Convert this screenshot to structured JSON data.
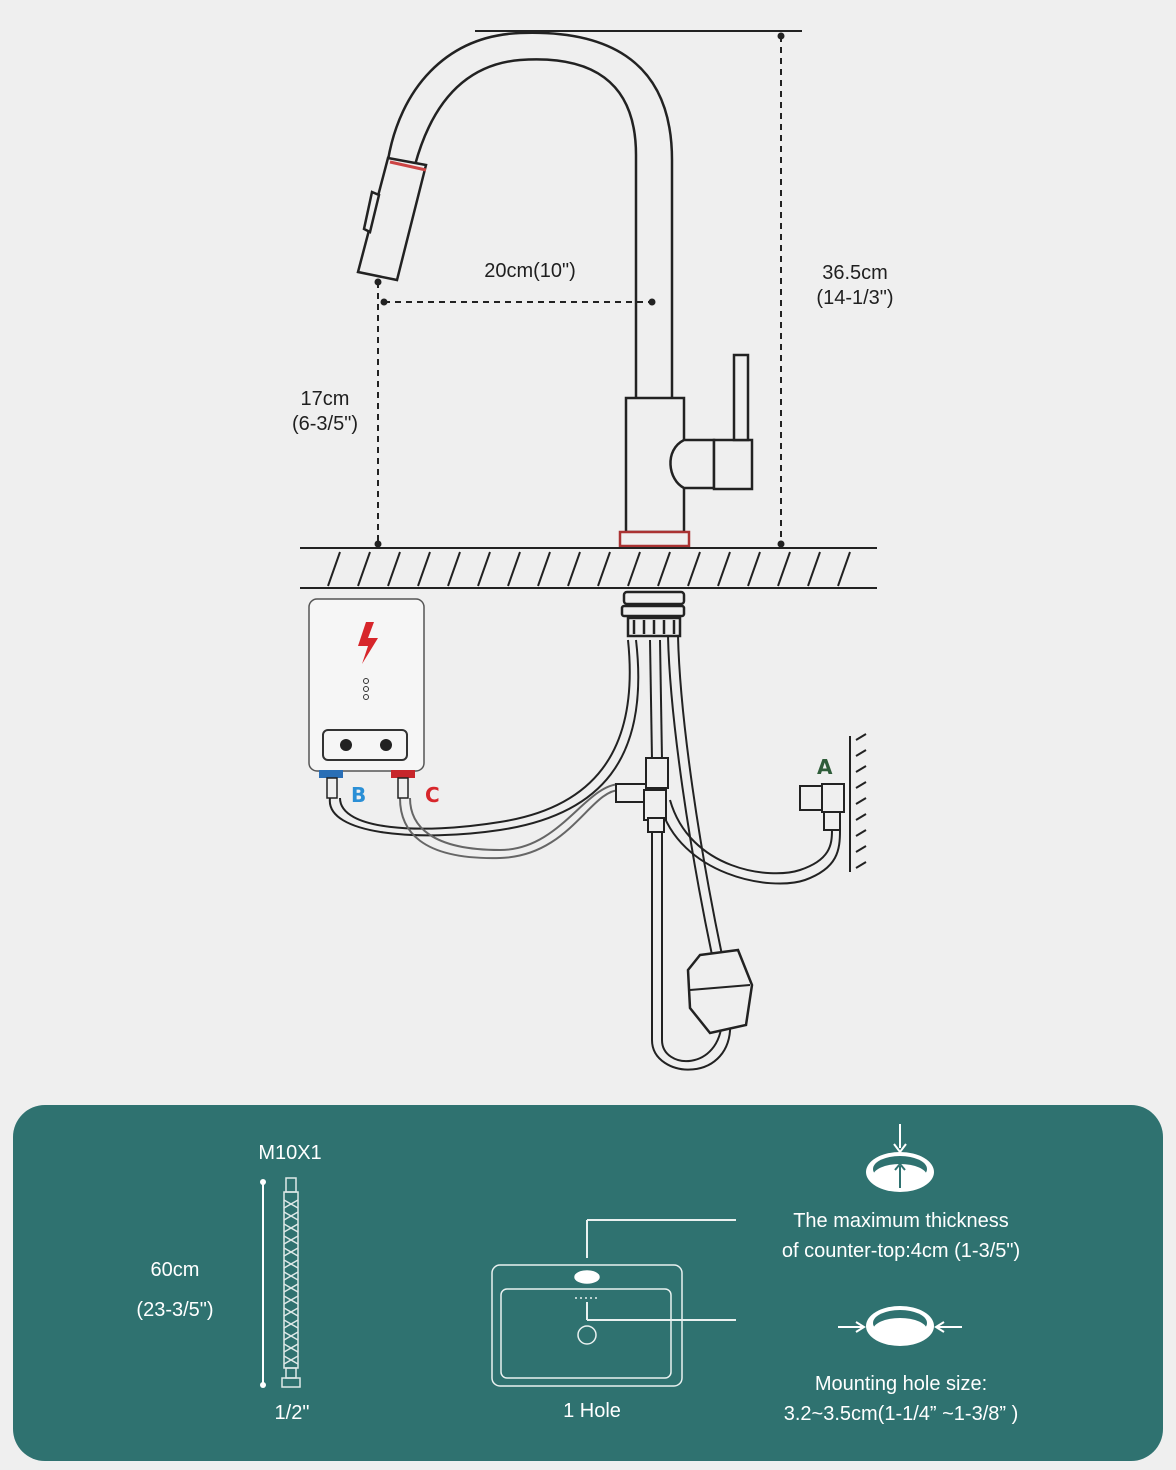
{
  "dimensions": {
    "spout_reach": "20cm(10\")",
    "total_height": {
      "metric": "36.5cm",
      "imperial": "(14-1/3\")"
    },
    "spout_height": {
      "metric": "17cm",
      "imperial": "(6-3/5\")"
    }
  },
  "connections": {
    "a": {
      "label": "A",
      "color": "#2f5d3a"
    },
    "b": {
      "label": "B",
      "color": "#2a8fd6"
    },
    "c": {
      "label": "C",
      "color": "#d7262b"
    }
  },
  "specs": {
    "thread": "M10X1",
    "hose_length": {
      "metric": "60cm",
      "imperial": "(23-3/5\")"
    },
    "fitting": "1/2\"",
    "hole_count": "1 Hole",
    "thickness": {
      "line1": "The maximum thickness",
      "line2": "of counter-top:4cm (1-3/5\")"
    },
    "hole_size": {
      "line1": "Mounting hole size:",
      "line2": "3.2~3.5cm(1-1/4” ~1-3/8” )"
    }
  },
  "colors": {
    "panel": "#2f7270",
    "accent": "#d7262b",
    "line": "#1f1f1f"
  }
}
